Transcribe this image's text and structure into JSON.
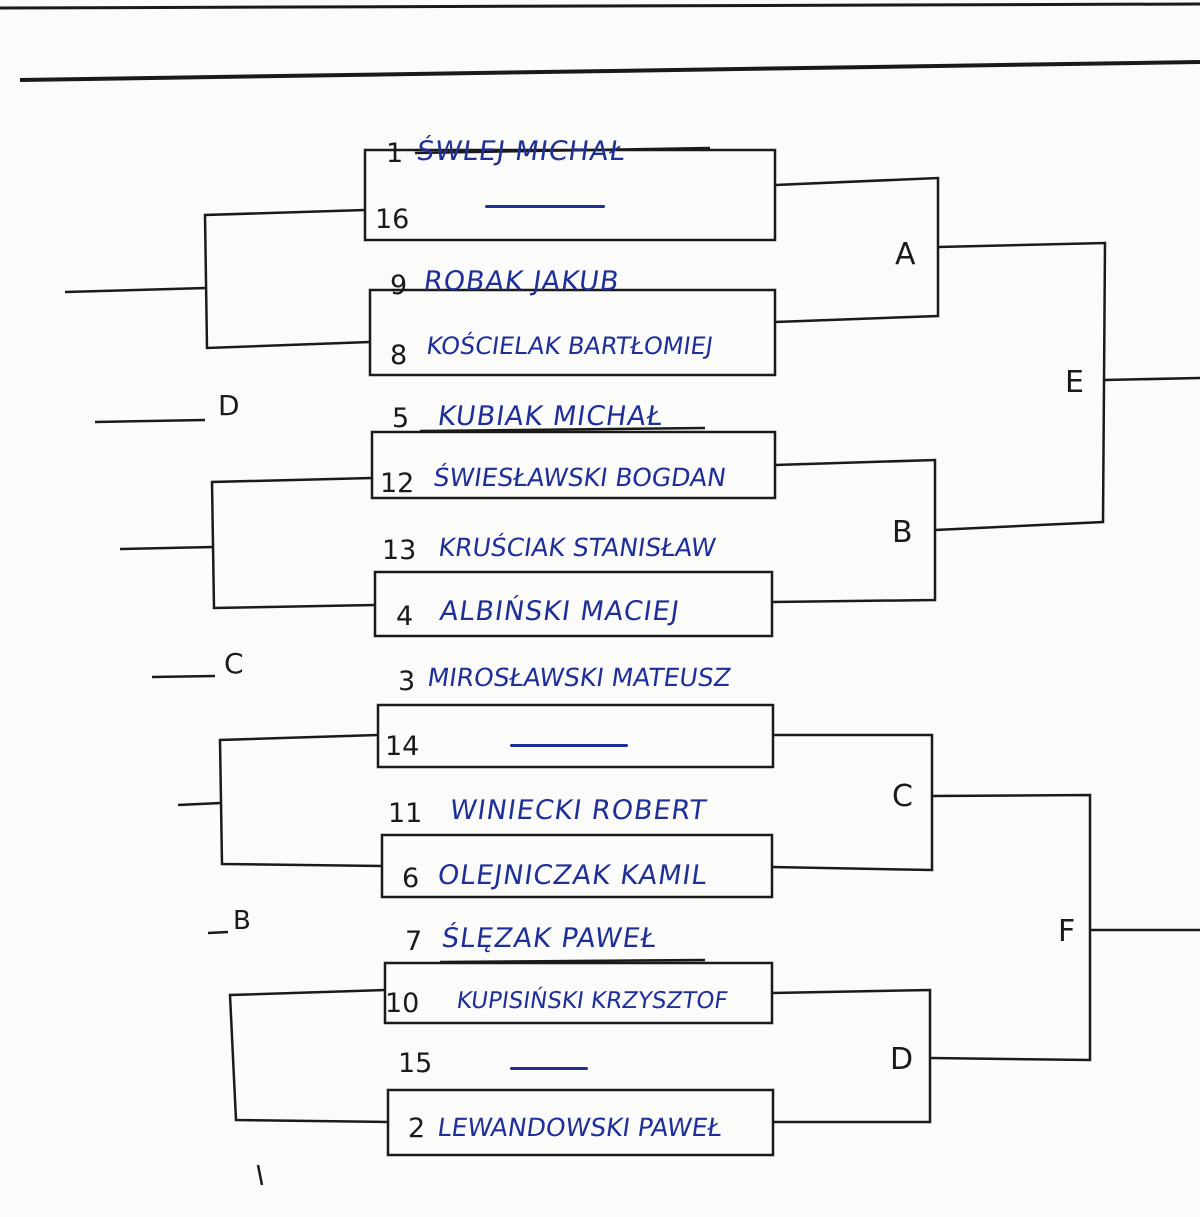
{
  "matches": [
    {
      "id": "A",
      "top": {
        "seed": "1",
        "name": "ŚWLEJ MICHAŁ"
      },
      "bottom": {
        "seed": "16",
        "name": ""
      }
    },
    {
      "id": "A2",
      "top": {
        "seed": "9",
        "name": "ROBAK JAKUB"
      },
      "bottom": {
        "seed": "8",
        "name": "KOŚCIELAK BARTŁOMIEJ"
      }
    },
    {
      "id": "B1",
      "top": {
        "seed": "5",
        "name": "KUBIAK MICHAŁ"
      },
      "bottom": {
        "seed": "12",
        "name": "ŚWIESŁAWSKI BOGDAN"
      }
    },
    {
      "id": "B2",
      "top": {
        "seed": "13",
        "name": "KRUŚCIAK STANISŁAW"
      },
      "bottom": {
        "seed": "4",
        "name": "ALBIŃSKI MACIEJ"
      }
    },
    {
      "id": "C1",
      "top": {
        "seed": "3",
        "name": "MIROSŁAWSKI MATEUSZ"
      },
      "bottom": {
        "seed": "14",
        "name": ""
      }
    },
    {
      "id": "C2",
      "top": {
        "seed": "11",
        "name": "WINIECKI ROBERT"
      },
      "bottom": {
        "seed": "6",
        "name": "OLEJNICZAK KAMIL"
      }
    },
    {
      "id": "D1",
      "top": {
        "seed": "7",
        "name": "ŚLĘZAK PAWEŁ"
      },
      "bottom": {
        "seed": "10",
        "name": "KUPISIŃSKI KRZYSZTOF"
      }
    },
    {
      "id": "D2",
      "top": {
        "seed": "15",
        "name": ""
      },
      "bottom": {
        "seed": "2",
        "name": "LEWANDOWSKI PAWEŁ"
      }
    }
  ],
  "labels": {
    "a": "A",
    "b": "B",
    "c": "C",
    "d": "D",
    "e": "E",
    "f": "F",
    "left_d": "D",
    "left_c": "C",
    "left_b": "B"
  },
  "colors": {
    "ink": "#1a1a1a",
    "pen": "#1f2f9a",
    "paper": "#fbfbf9"
  }
}
